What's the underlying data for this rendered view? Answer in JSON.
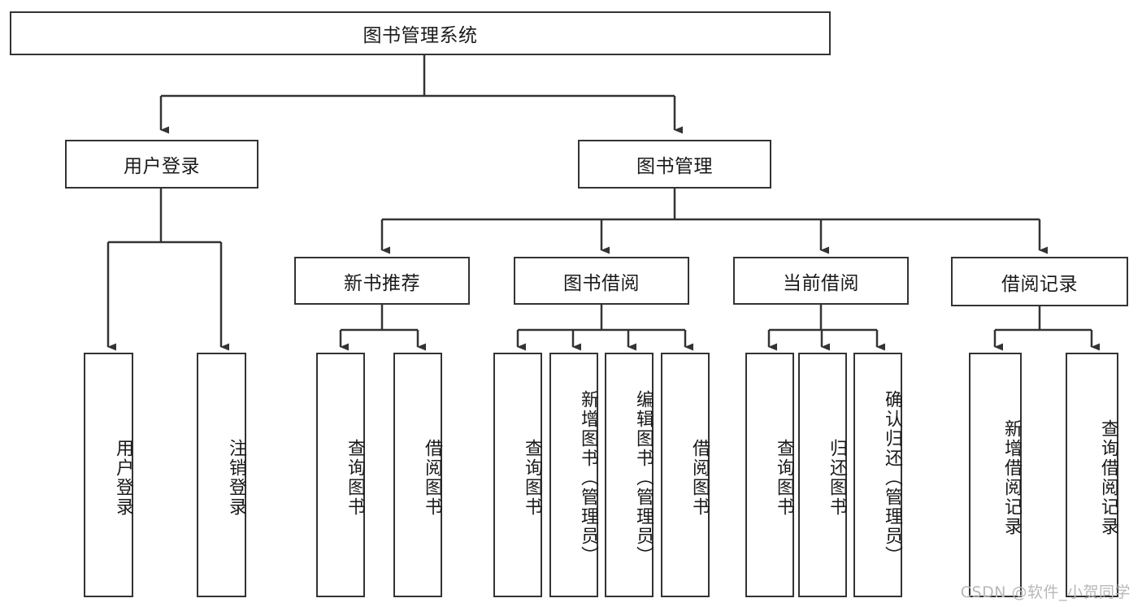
{
  "diagram": {
    "title": "图书管理系统",
    "type": "hierarchy-tree",
    "root": {
      "id": "root",
      "label": "图书管理系统"
    },
    "level1": [
      {
        "id": "user-login",
        "label": "用户登录"
      },
      {
        "id": "book-manage",
        "label": "图书管理"
      }
    ],
    "level2": [
      {
        "id": "new-book-recommend",
        "label": "新书推荐",
        "parent": "book-manage"
      },
      {
        "id": "book-borrow",
        "label": "图书借阅",
        "parent": "book-manage"
      },
      {
        "id": "current-borrow",
        "label": "当前借阅",
        "parent": "book-manage"
      },
      {
        "id": "borrow-record",
        "label": "借阅记录",
        "parent": "book-manage"
      }
    ],
    "leaves": [
      {
        "id": "leaf-user-login",
        "label": "用户登录",
        "parent": "user-login"
      },
      {
        "id": "leaf-logout",
        "label": "注销登录",
        "parent": "user-login"
      },
      {
        "id": "leaf-query-book-1",
        "label": "查询图书",
        "parent": "new-book-recommend"
      },
      {
        "id": "leaf-borrow-book-1",
        "label": "借阅图书",
        "parent": "new-book-recommend"
      },
      {
        "id": "leaf-query-book-2",
        "label": "查询图书",
        "parent": "book-borrow"
      },
      {
        "id": "leaf-add-book",
        "label": "新增图书（管理员）",
        "parent": "book-borrow"
      },
      {
        "id": "leaf-edit-book",
        "label": "编辑图书（管理员）",
        "parent": "book-borrow"
      },
      {
        "id": "leaf-borrow-book-2",
        "label": "借阅图书",
        "parent": "book-borrow"
      },
      {
        "id": "leaf-query-book-3",
        "label": "查询图书",
        "parent": "current-borrow"
      },
      {
        "id": "leaf-return-book",
        "label": "归还图书",
        "parent": "current-borrow"
      },
      {
        "id": "leaf-confirm-return",
        "label": "确认归还（管理员）",
        "parent": "current-borrow"
      },
      {
        "id": "leaf-add-record",
        "label": "新增借阅记录",
        "parent": "borrow-record"
      },
      {
        "id": "leaf-query-record",
        "label": "查询借阅记录",
        "parent": "borrow-record"
      }
    ]
  },
  "colors": {
    "stroke": "#333333",
    "background": "#ffffff",
    "text": "#1a1a1a",
    "watermark": "#b8b8b8"
  },
  "watermark": {
    "text": "CSDN @软件_小贺同学"
  }
}
